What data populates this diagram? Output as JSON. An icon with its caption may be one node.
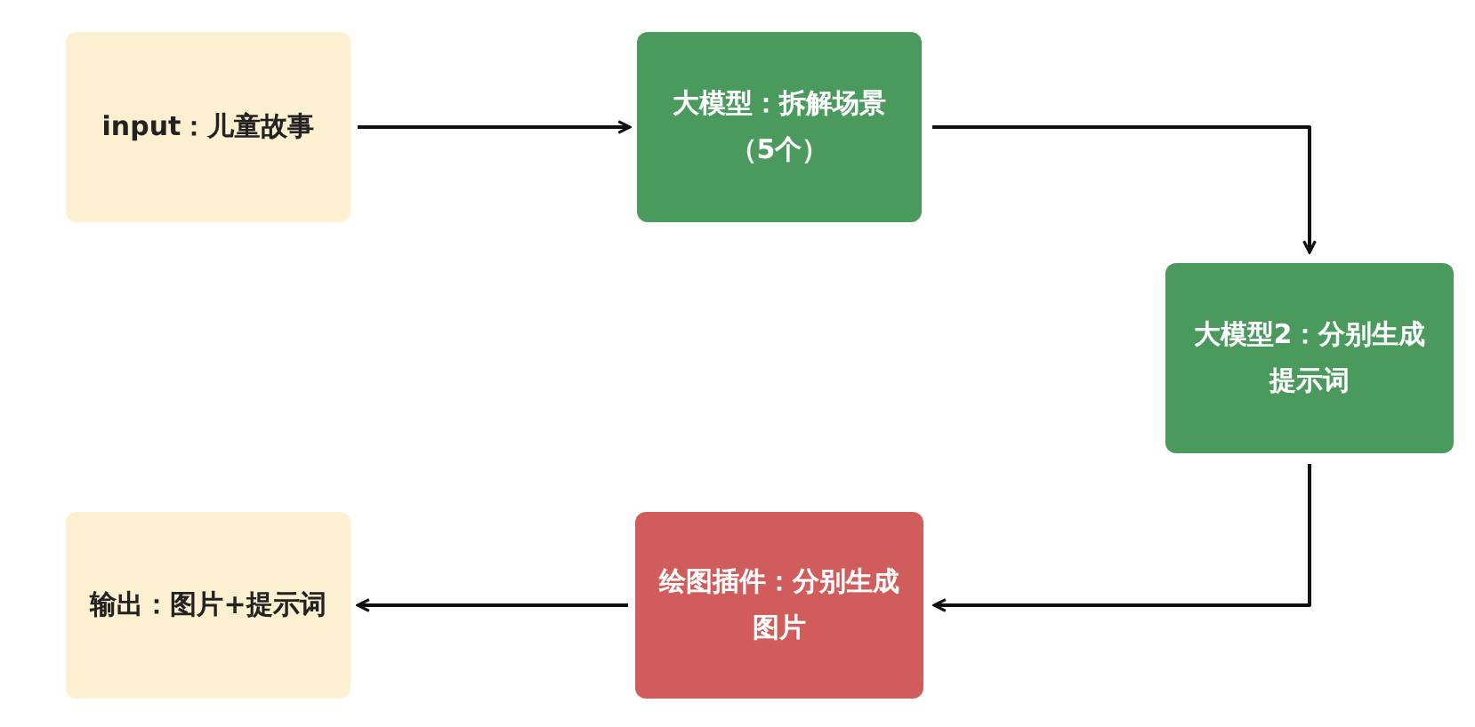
{
  "diagram": {
    "nodes": [
      {
        "text": [
          "input：儿童故事"
        ]
      },
      {
        "text": [
          "大模型：拆解场景（5个）"
        ]
      },
      {
        "text": [
          "大模型2：分别生成提示词"
        ]
      },
      {
        "text": [
          "绘图插件：分别生成图片"
        ]
      },
      {
        "text": [
          "输出：图片+提示词"
        ]
      }
    ],
    "edges": [
      {
        "from": 0,
        "to": 1,
        "arrow": "to"
      },
      {
        "from": 1,
        "to": 2,
        "arrow": "to"
      },
      {
        "from": 2,
        "to": 3,
        "arrow": "to"
      },
      {
        "from": 3,
        "to": 4,
        "arrow": "to"
      }
    ]
  }
}
